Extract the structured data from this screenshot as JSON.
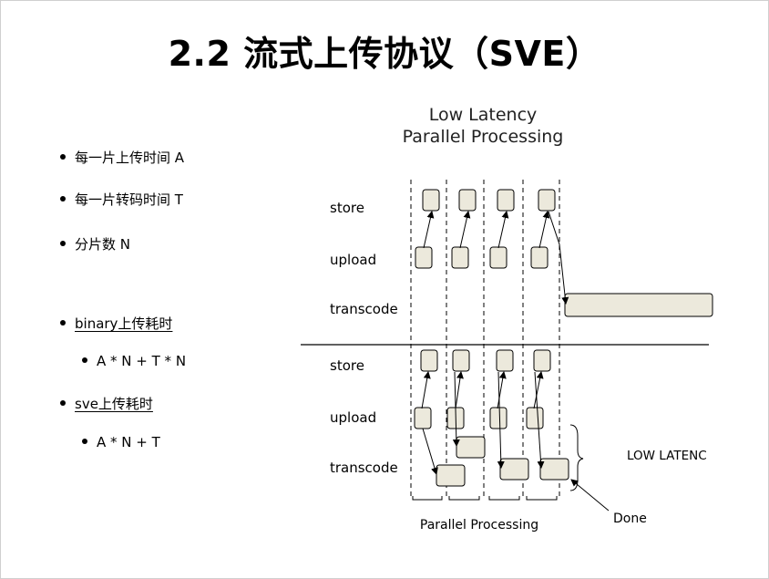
{
  "title": "2.2 流式上传协议（SVE）",
  "bullets": [
    {
      "text": "每一片上传时间 A",
      "level": 1,
      "underline": false
    },
    {
      "text": "每一片转码时间 T",
      "level": 1,
      "underline": false
    },
    {
      "text": "分片数 N",
      "level": 1,
      "underline": false
    },
    {
      "text": "binary上传耗时",
      "level": 1,
      "underline": true
    },
    {
      "text": "A * N + T * N",
      "level": 2,
      "underline": false
    },
    {
      "text": "sve上传耗时",
      "level": 1,
      "underline": true
    },
    {
      "text": "A * N + T",
      "level": 2,
      "underline": false
    }
  ],
  "diagram": {
    "heading_line1": "Low Latency",
    "heading_line2": "Parallel Processing",
    "rows_top": [
      "store",
      "upload",
      "transcode"
    ],
    "rows_bottom": [
      "store",
      "upload",
      "transcode"
    ],
    "low_latency_label": "LOW LATENC",
    "done_label": "Done",
    "parallel_label": "Parallel Processing"
  }
}
